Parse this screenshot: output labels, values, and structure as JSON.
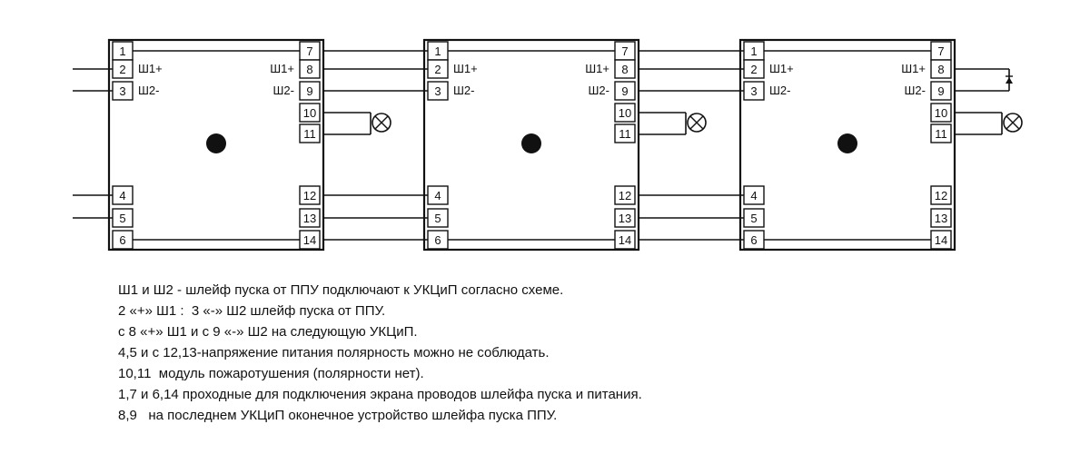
{
  "modules": [
    {
      "id": "module-1",
      "pins": [
        "1",
        "2",
        "3",
        "4",
        "5",
        "6",
        "7",
        "8",
        "9",
        "10",
        "11",
        "12",
        "13",
        "14"
      ],
      "left_labels": [
        "Ш1+",
        "Ш2-"
      ],
      "right_labels": [
        "Ш1+",
        "Ш2-"
      ],
      "end_device": false
    },
    {
      "id": "module-2",
      "pins": [
        "1",
        "2",
        "3",
        "4",
        "5",
        "6",
        "7",
        "8",
        "9",
        "10",
        "11",
        "12",
        "13",
        "14"
      ],
      "left_labels": [
        "Ш1+",
        "Ш2-"
      ],
      "right_labels": [
        "Ш1+",
        "Ш2-"
      ],
      "end_device": false
    },
    {
      "id": "module-3",
      "pins": [
        "1",
        "2",
        "3",
        "4",
        "5",
        "6",
        "7",
        "8",
        "9",
        "10",
        "11",
        "12",
        "13",
        "14"
      ],
      "left_labels": [
        "Ш1+",
        "Ш2-"
      ],
      "right_labels": [
        "Ш1+",
        "Ш2-"
      ],
      "end_device": true
    }
  ],
  "icons": {
    "lamp": "extinguishing-module-icon",
    "center": "indicator-dot-icon",
    "end": "end-of-line-diode-icon"
  },
  "notes": [
    "Ш1 и Ш2 - шлейф пуска от ППУ подключают к УКЦиП согласно схеме.",
    "2 «+» Ш1 :  3 «-» Ш2 шлейф пуска от ППУ.",
    "с 8 «+» Ш1 и с 9 «-» Ш2 на следующую УКЦиП.",
    "4,5 и с 12,13-напряжение питания полярность можно не соблюдать.",
    "10,11  модуль пожаротушения (полярности нет).",
    "1,7 и 6,14 проходные для подключения экрана проводов шлейфа пуска и питания.",
    "8,9   на последнем УКЦиП оконечное устройство шлейфа пуска ППУ."
  ]
}
